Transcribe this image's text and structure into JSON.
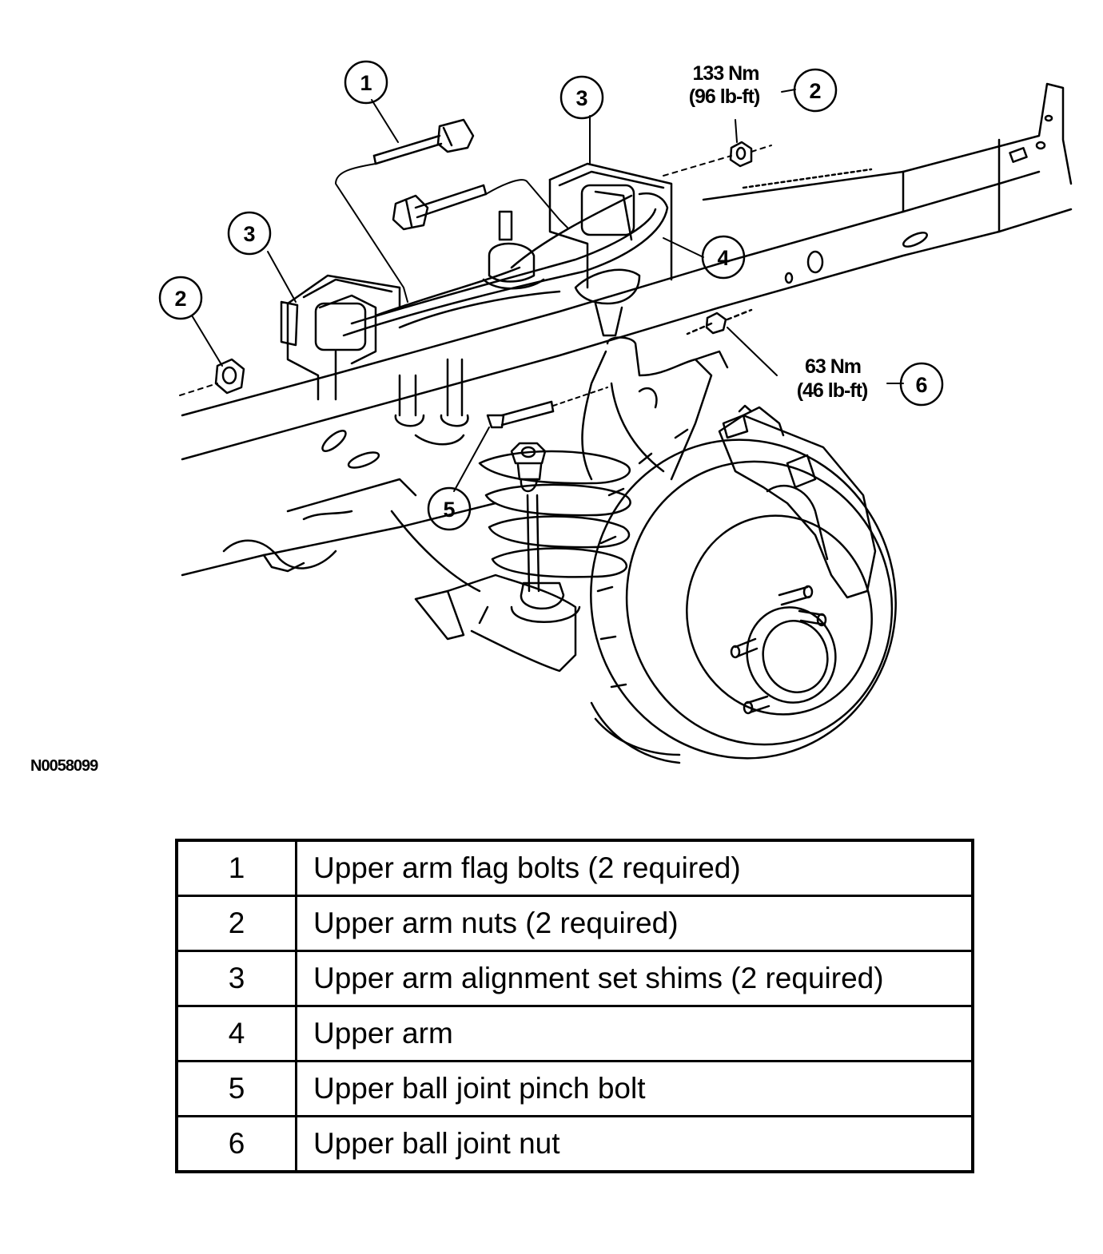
{
  "figure_id": "N0058099",
  "callouts": [
    {
      "number": "1"
    },
    {
      "number": "2",
      "torque_nm": "133 Nm",
      "torque_lbft": "(96 lb-ft)"
    },
    {
      "number": "3"
    },
    {
      "number": "4"
    },
    {
      "number": "5"
    },
    {
      "number": "6",
      "torque_nm": "63 Nm",
      "torque_lbft": "(46 lb-ft)"
    }
  ],
  "legend": [
    {
      "number": "1",
      "description": "Upper arm flag bolts (2 required)"
    },
    {
      "number": "2",
      "description": "Upper arm nuts (2 required)"
    },
    {
      "number": "3",
      "description": "Upper arm alignment set shims (2 required)"
    },
    {
      "number": "4",
      "description": "Upper arm"
    },
    {
      "number": "5",
      "description": "Upper ball joint pinch bolt"
    },
    {
      "number": "6",
      "description": "Upper ball joint nut"
    }
  ]
}
